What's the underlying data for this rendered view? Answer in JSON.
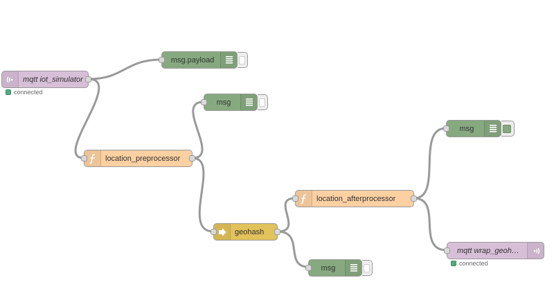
{
  "flow": {
    "nodes": {
      "mqtt_in": {
        "label": "mqtt iot_simulator",
        "status": "connected"
      },
      "debug_payload": {
        "label": "msg.payload"
      },
      "debug_msg_top": {
        "label": "msg"
      },
      "function_pre": {
        "label": "location_preprocessor"
      },
      "geohash": {
        "label": "geohash"
      },
      "function_after": {
        "label": "location_afterprocessor"
      },
      "debug_msg_right": {
        "label": "msg"
      },
      "debug_msg_bottom": {
        "label": "msg"
      },
      "mqtt_out": {
        "label": "mqtt wrap_geohash",
        "status": "connected"
      }
    }
  },
  "colors": {
    "debug_node": "#87a980",
    "function_node": "#fdd0a2",
    "geohash_node": "#e2c25a",
    "mqtt_node": "#d8bfd8",
    "wire": "#999999",
    "status_connected": "#55aa88"
  }
}
